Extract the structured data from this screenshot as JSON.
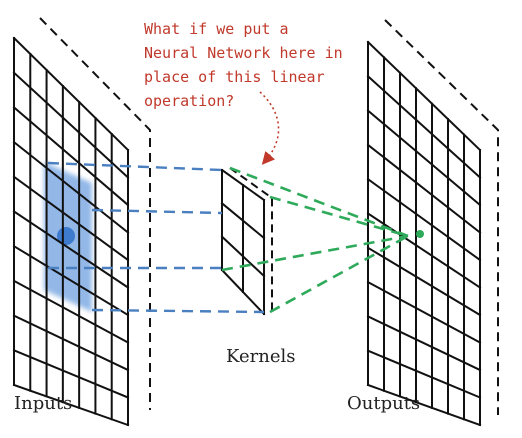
{
  "labels": {
    "inputs": "Inputs",
    "kernels": "Kernels",
    "outputs": "Outputs"
  },
  "annotation": {
    "lines": [
      "What if we put a",
      "Neural Network here in",
      "place of this linear",
      "operation?"
    ]
  },
  "colors": {
    "grid": "#111111",
    "input_connector": "#4a7fc0",
    "output_connector": "#2eaa5a",
    "highlight": "#3b7fd4",
    "annotation": "#c0392b"
  }
}
